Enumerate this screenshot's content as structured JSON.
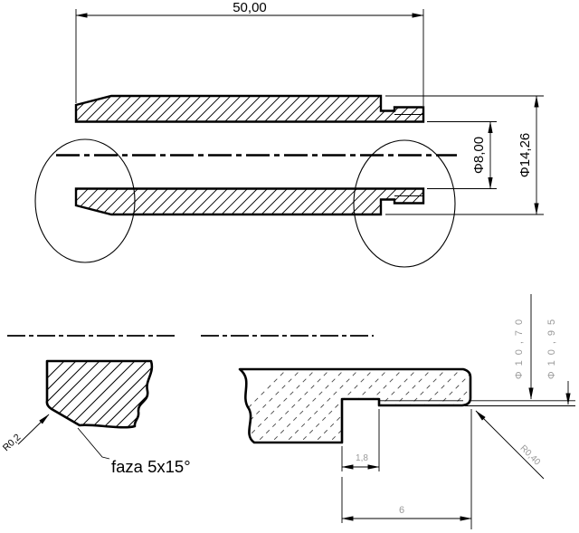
{
  "drawing": {
    "main_view": {
      "length_dim": "50,00",
      "bore_diameter_dim": "Φ8,00",
      "outer_diameter_dim": "Φ14,26"
    },
    "detail_left": {
      "corner_radius_dim": "R0,2",
      "chamfer_note": "faza 5x15°"
    },
    "detail_right": {
      "undercut_width_dim": "1,8",
      "end_length_dim": "6",
      "undercut_diameter_dim": "Φ10,70",
      "end_diameter_dim": "Φ10,95",
      "corner_radius_dim": "R0,40"
    }
  }
}
